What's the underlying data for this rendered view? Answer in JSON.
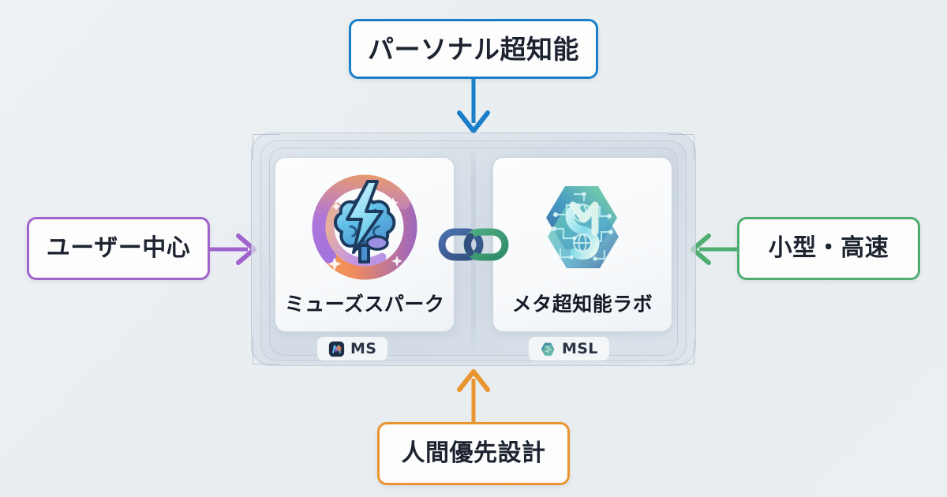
{
  "background": {
    "color_from": "#eef1f4",
    "color_to": "#eceff2"
  },
  "callouts": [
    {
      "id": "top",
      "label": "パーソナル超知能",
      "border_color": "#1a7fc8",
      "arrow_direction": "down",
      "arrow_color": "#1a7fc8"
    },
    {
      "id": "left",
      "label": "ユーザー中心",
      "border_color": "#a064cc",
      "arrow_direction": "right",
      "arrow_color": "#a064cc"
    },
    {
      "id": "right",
      "label": "小型・高速",
      "border_color": "#4fad72",
      "arrow_direction": "left",
      "arrow_color": "#4fad72"
    },
    {
      "id": "bottom",
      "label": "人間優先設計",
      "border_color": "#e8942f",
      "arrow_direction": "up",
      "arrow_color": "#e8942f"
    }
  ],
  "cards": [
    {
      "id": "muse-spark",
      "title": "ミューズスパーク",
      "logo_icon": "brain-lightning-icon",
      "badge_label": "MS",
      "badge_icon": "ms-app-icon",
      "accent_colors": [
        "#f3a04a",
        "#8a5fd0",
        "#4ab8e8"
      ]
    },
    {
      "id": "meta-superintelligence-labs",
      "title": "メタ超知能ラボ",
      "logo_icon": "hexagon-circuit-icon",
      "badge_label": "MSL",
      "badge_icon": "msl-hex-icon",
      "accent_colors": [
        "#3a6fa8",
        "#54c2a0",
        "#7fd89c"
      ]
    }
  ],
  "connector": {
    "icon": "chain-link-icon",
    "left_ring_color": "#3a5a94",
    "right_ring_color": "#3f9c78"
  }
}
